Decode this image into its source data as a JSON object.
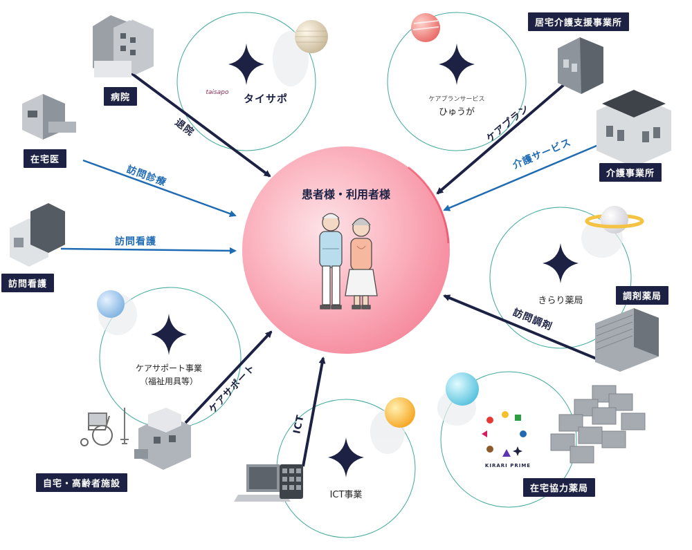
{
  "center": {
    "title": "患者様・利用者様"
  },
  "services": {
    "taisapo": {
      "logo_small": "taisapo",
      "logo_main": "タイサポ"
    },
    "hyuga": {
      "sub": "ケアプランサービス",
      "name": "ひゅうが"
    },
    "kirari": {
      "name": "きらり薬局"
    },
    "caresupport": {
      "line1": "ケアサポート事業",
      "line2": "（福祉用具等）"
    },
    "ict": {
      "name": "ICT事業"
    },
    "prime": {
      "name": "KIRARI PRIME"
    }
  },
  "facilities": {
    "hospital": "病院",
    "homedoctor": "在宅医",
    "visitnursing": "訪問看護",
    "home": "自宅・高齢者施設",
    "caremanager": "居宅介護支援事業所",
    "careoffice": "介護事業所",
    "dispensing": "調剤薬局",
    "partnerpharmacy": "在宅協力薬局"
  },
  "edges": {
    "discharge": "退院",
    "homevisit": "訪問診療",
    "visitnurse": "訪問看護",
    "careplan": "ケアプラン",
    "careservice": "介護サービス",
    "visitdispensing": "訪問調剤",
    "caresupport": "ケアサポート",
    "ict": "ICT"
  },
  "colors": {
    "navy": "#1d2244",
    "blue": "#1f6bb3",
    "center_pink": "#f9a5b2",
    "circle_border": "#3fa89a"
  }
}
